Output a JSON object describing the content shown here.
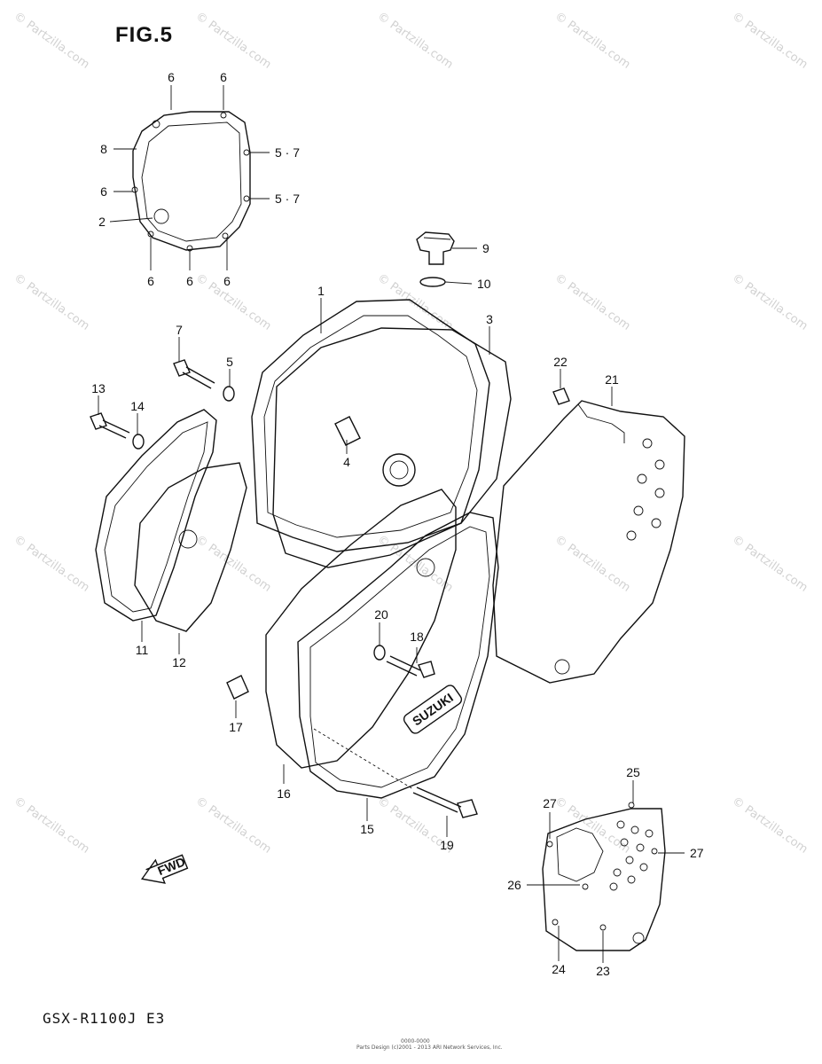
{
  "figure": {
    "title": "FIG.5",
    "model": "GSX-R1100J  E3"
  },
  "footer": {
    "code": "0000-0000",
    "credit": "Parts Design (c)2001 - 2013 ARI Network Services, Inc."
  },
  "watermark": {
    "text": "© Partzilla.com"
  },
  "callouts": [
    {
      "id": "c6a",
      "label": "6"
    },
    {
      "id": "c6b",
      "label": "6"
    },
    {
      "id": "c8",
      "label": "8"
    },
    {
      "id": "c57a",
      "label": "5 · 7"
    },
    {
      "id": "c6c",
      "label": "6"
    },
    {
      "id": "c57b",
      "label": "5 · 7"
    },
    {
      "id": "c2",
      "label": "2"
    },
    {
      "id": "c6d",
      "label": "6"
    },
    {
      "id": "c6e",
      "label": "6"
    },
    {
      "id": "c6f",
      "label": "6"
    },
    {
      "id": "c9",
      "label": "9"
    },
    {
      "id": "c10",
      "label": "10"
    },
    {
      "id": "c1",
      "label": "1"
    },
    {
      "id": "c3",
      "label": "3"
    },
    {
      "id": "c7",
      "label": "7"
    },
    {
      "id": "c5",
      "label": "5"
    },
    {
      "id": "c13",
      "label": "13"
    },
    {
      "id": "c14",
      "label": "14"
    },
    {
      "id": "c4",
      "label": "4"
    },
    {
      "id": "c22",
      "label": "22"
    },
    {
      "id": "c21",
      "label": "21"
    },
    {
      "id": "c11",
      "label": "11"
    },
    {
      "id": "c12",
      "label": "12"
    },
    {
      "id": "c20",
      "label": "20"
    },
    {
      "id": "c18",
      "label": "18"
    },
    {
      "id": "c17",
      "label": "17"
    },
    {
      "id": "c16",
      "label": "16"
    },
    {
      "id": "c15",
      "label": "15"
    },
    {
      "id": "c19",
      "label": "19"
    },
    {
      "id": "c25",
      "label": "25"
    },
    {
      "id": "c27a",
      "label": "27"
    },
    {
      "id": "c27b",
      "label": "27"
    },
    {
      "id": "c26",
      "label": "26"
    },
    {
      "id": "c24",
      "label": "24"
    },
    {
      "id": "c23",
      "label": "23"
    }
  ],
  "emblem": {
    "brand": "SUZUKI",
    "arrow": "FWD"
  }
}
